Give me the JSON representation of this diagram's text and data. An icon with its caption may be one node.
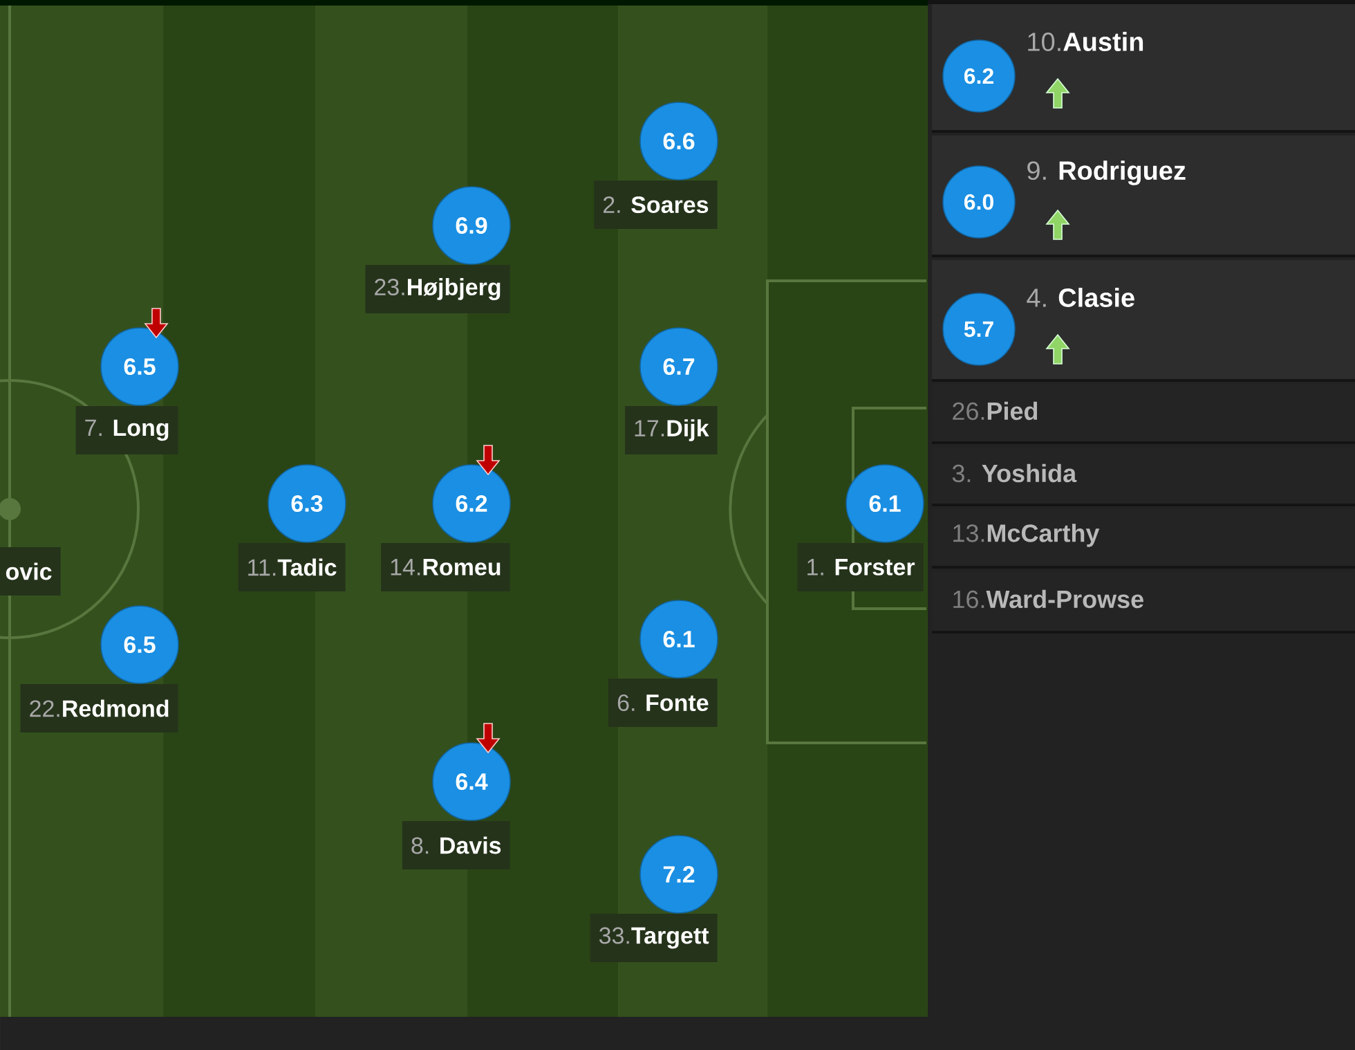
{
  "diagram": {
    "nodes": [
      {
        "text": [
          "6.6"
        ],
        "beside": [
          "2. **Soares**"
        ]
      },
      {
        "text": [
          "6.9"
        ],
        "beside": [
          "23.**Højbjerg**"
        ]
      },
      {
        "text": [
          "6.5"
        ],
        "beside": [
          "7. **Long**"
        ]
      },
      {
        "text": [
          "6.7"
        ],
        "beside": [
          "17.**Dijk**"
        ]
      },
      {
        "text": [
          "6.3"
        ],
        "beside": [
          "11.**Tadic**"
        ]
      },
      {
        "text": [
          "6.2"
        ],
        "beside": [
          "14.**Romeu**"
        ]
      },
      {
        "text": [
          "6.1"
        ],
        "beside": [
          "1. **Forster**"
        ]
      },
      {
        "text": [
          "6.5"
        ],
        "beside": [
          "22.**Redmond**"
        ]
      },
      {
        "text": [
          "6.1"
        ],
        "beside": [
          "6. **Fonte**"
        ]
      },
      {
        "text": [
          "6.4"
        ],
        "beside": [
          "8. **Davis**"
        ]
      },
      {
        "text": [
          "7.2"
        ],
        "beside": [
          "33.**Targett**"
        ]
      },
      {
        "text": [
          "10.**Austin**"
        ]
      },
      {
        "text": [
          "6.2"
        ],
        "in": 11
      },
      {
        "text": [
          "9. **Rodriguez**"
        ]
      },
      {
        "text": [
          "6.0"
        ],
        "in": 13
      },
      {
        "text": [
          "4. **Clasie**"
        ]
      },
      {
        "text": [
          "5.7"
        ],
        "in": 15
      },
      {
        "text": [
          "26.**Pied**"
        ]
      },
      {
        "text": [
          "3. **Yoshida**"
        ]
      },
      {
        "text": [
          "13.**McCarthy**"
        ]
      },
      {
        "text": [
          "16.**Ward-Prowse**"
        ]
      }
    ],
    "labels": [
      "ovic"
    ]
  }
}
